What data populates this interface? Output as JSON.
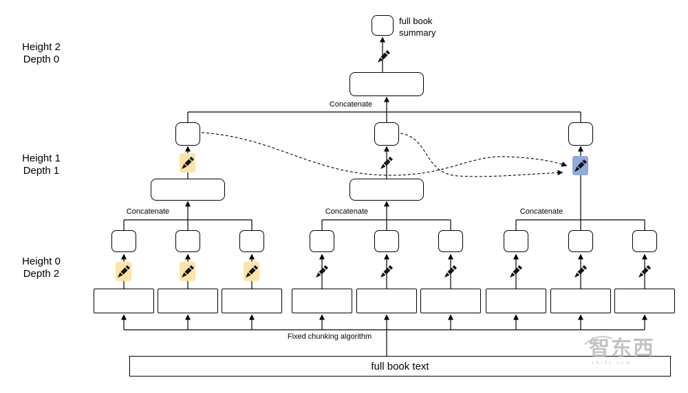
{
  "labels": {
    "full_book_summary": "full book summary",
    "concatenate": "Concatenate",
    "fixed_chunking": "Fixed chunking algorithm",
    "full_book_text": "full book text"
  },
  "axis_labels": {
    "level2": {
      "line1": "Height 2",
      "line2": "Depth 0"
    },
    "level1": {
      "line1": "Height 1",
      "line2": "Depth 1"
    },
    "level0": {
      "line1": "Height 0",
      "line2": "Depth 2"
    }
  },
  "watermark": {
    "text": "智东西",
    "subtext": "zhidx.com"
  },
  "colors": {
    "yellow_highlight": "#FCE4A8",
    "blue_highlight": "#8FAADC",
    "line": "#000000"
  }
}
